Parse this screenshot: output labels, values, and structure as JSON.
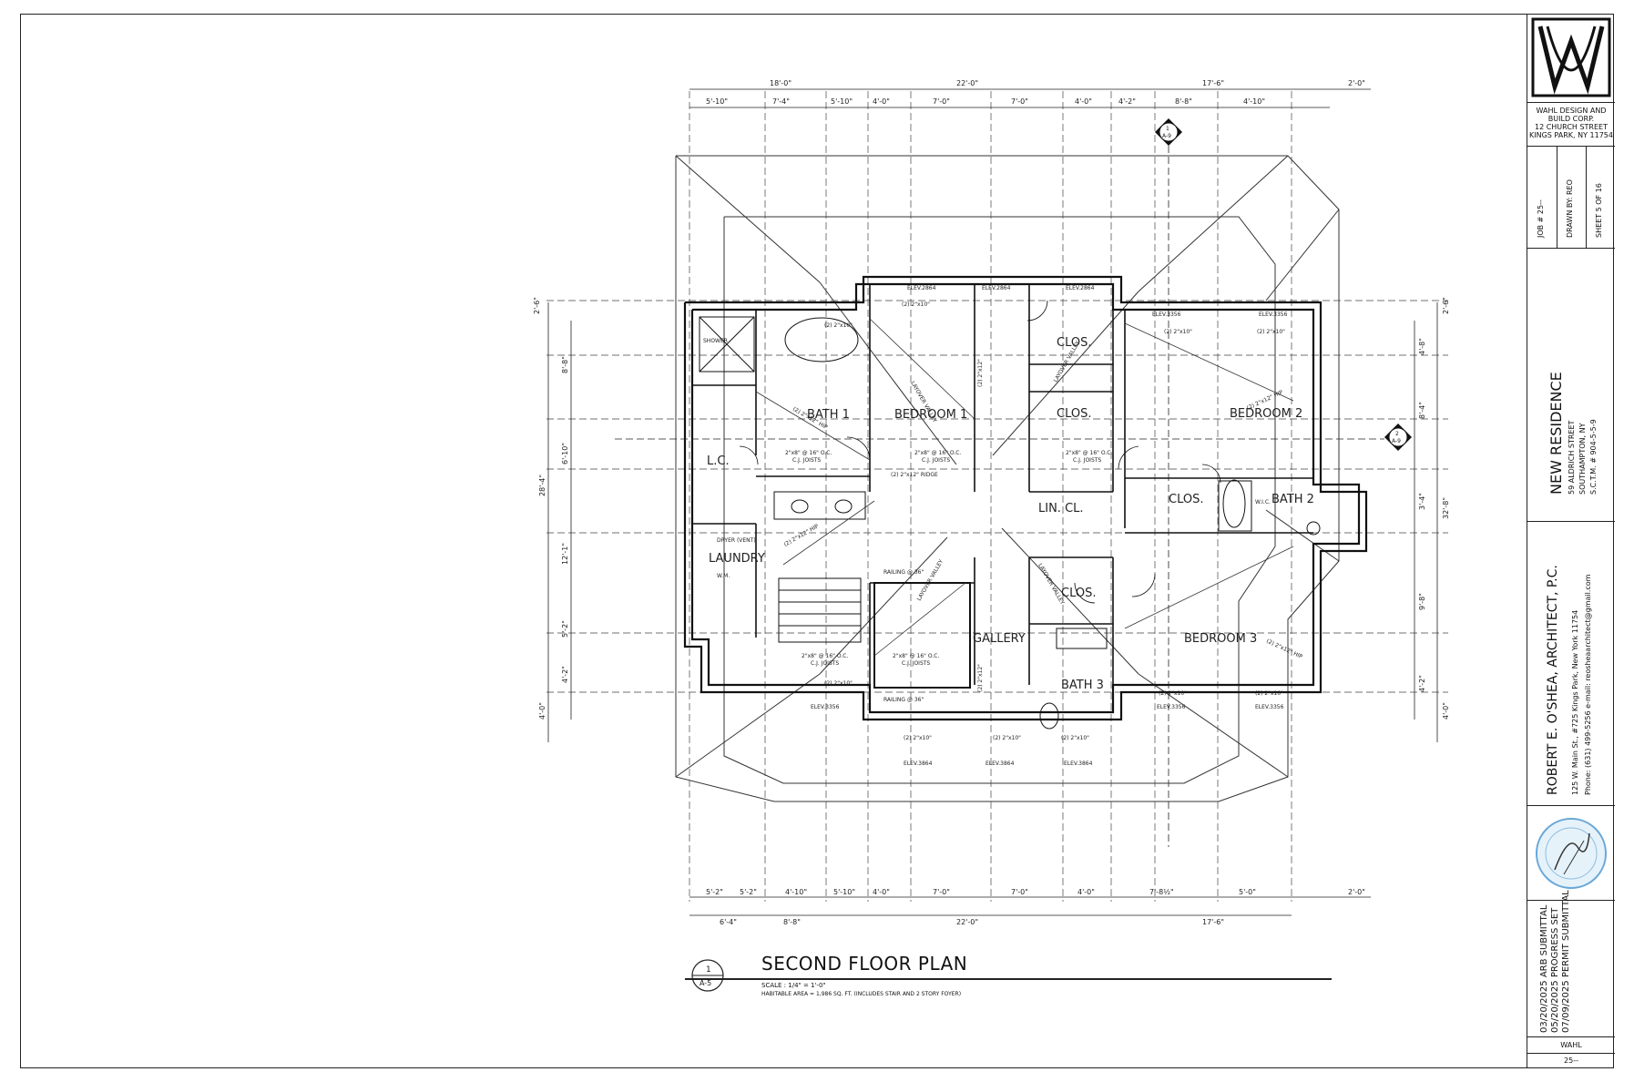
{
  "sheet": {
    "border_color": "#222222"
  },
  "title": {
    "name": "SECOND FLOOR PLAN",
    "scale": "SCALE : 1/4\" = 1'-0\"",
    "area_note": "HABITABLE AREA = 1,986 SQ. FT. (INCLUDES STAIR AND 2 STORY FOYER)",
    "detail_ref_top": "1",
    "detail_ref_bottom": "A-5"
  },
  "rooms": {
    "bath1": "BATH 1",
    "bedroom1": "BEDROOM 1",
    "clos_a": "CLOS.",
    "clos_b": "CLOS.",
    "bedroom2": "BEDROOM 2",
    "lc": "L.C.",
    "lin_cl": "LIN. CL.",
    "clos_c": "CLOS.",
    "bath2": "BATH 2",
    "laundry": "LAUNDRY",
    "clos_d": "CLOS.",
    "gallery": "GALLERY",
    "bedroom3": "BEDROOM 3",
    "bath3": "BATH 3"
  },
  "section_markers": {
    "top": {
      "num": "1",
      "sheet": "A-9"
    },
    "right": {
      "num": "2",
      "sheet": "A-9"
    }
  },
  "dimensions": {
    "top_overall": [
      "18'-0\"",
      "22'-0\"",
      "17'-6\"",
      "2'-0\""
    ],
    "top_detail": [
      "5'-10\"",
      "7'-4\"",
      "5'-10\"",
      "4'-0\"",
      "7'-0\"",
      "7'-0\"",
      "4'-0\"",
      "4'-2\"",
      "8'-8\"",
      "4'-10\""
    ],
    "bottom_detail": [
      "5'-2\"",
      "5'-2\"",
      "4'-10\"",
      "5'-10\"",
      "4'-0\"",
      "7'-0\"",
      "7'-0\"",
      "4'-0\"",
      "7'-8½\"",
      "5'-0\"",
      "2'-0\""
    ],
    "bottom_overall": [
      "6'-4\"",
      "8'-8\"",
      "22'-0\"",
      "17'-6\""
    ],
    "left_overall": [
      "2'-6\"",
      "28'-4\"",
      "4'-0\""
    ],
    "left_detail": [
      "8'-8\"",
      "6'-10\"",
      "12'-1\"",
      "5'-2\"",
      "4'-2\""
    ],
    "right_overall": [
      "2'-6\"",
      "32'-8\"",
      "4'-0\""
    ],
    "right_detail": [
      "4'-8\"",
      "8'-4\"",
      "3'-4\"",
      "9'-8\"",
      "4'-2\""
    ]
  },
  "annotations": {
    "header_a": "(2) 2\"x10\"",
    "header_b": "(2) 2\"x12\"",
    "hip": "(2) 2\"x12\" HIP",
    "ridge": "(2) 2\"x12\" RIDGE",
    "joists": "2\"x8\" @ 16\" O.C.",
    "joists2": "C.J. JOISTS",
    "valley": "LAYOVER VALLEY",
    "railing": "RAILING @ 36\"",
    "shower": "SHOWER",
    "wic": "W.I.C.",
    "dryer": "DRYER (VENT)",
    "washer": "W.M.",
    "elev_a": "ELEV.2864",
    "elev_b": "ELEV.3356",
    "elev_c": "ELEV.3864"
  },
  "titleblock": {
    "logo_letter": "W",
    "builder": [
      "WAHL DESIGN AND",
      "BUILD CORP.",
      "12 CHURCH STREET",
      "KINGS PARK, NY 11754"
    ],
    "job": "JOB # 25--",
    "drawn_by": "DRAWN BY: REO",
    "sheet": "SHEET 5 OF 16",
    "project": [
      "NEW RESIDENCE",
      "59 ALDRICH STREET",
      "SOUTHAMPTON, NY",
      "S.C.T.M. # 904-5-5-9"
    ],
    "architect": [
      "ROBERT E. O'SHEA, ARCHITECT, P.C.",
      "125 W. Main St., #725  Kings Park, New York 11754",
      "Phone: (631) 499-5256   e-mail: reosheaarchitect@gmail.com"
    ],
    "revisions": [
      "03/20/2025  ARB SUBMITTAL",
      "05/20/2025  PROGRESS SET",
      "07/09/2025  PERMIT SUBMITTAL"
    ],
    "client": "WAHL",
    "job_short": "25--"
  }
}
